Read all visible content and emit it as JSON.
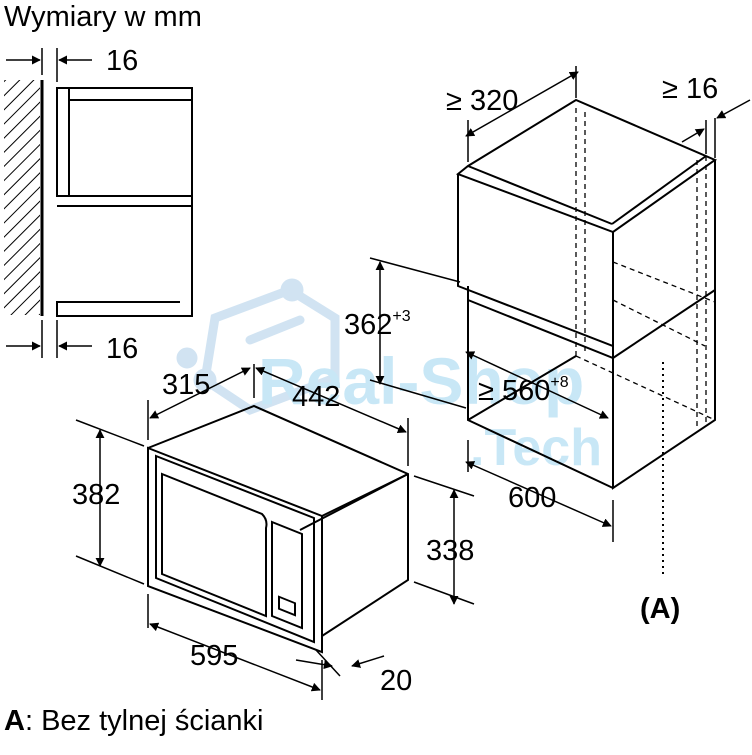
{
  "title": "Wymiary w mm",
  "wall_offsets": {
    "top": "16",
    "bottom": "16"
  },
  "cabinet": {
    "width_min": "≥ 320",
    "depth_offset_min": "≥ 16",
    "niche_height": "362",
    "niche_height_tol": "+3",
    "niche_depth_min": "≥ 560",
    "niche_depth_tol": "+8",
    "width": "600",
    "marker": "(A)"
  },
  "appliance": {
    "frame_height": "382",
    "frame_width": "595",
    "body_depth": "315",
    "body_width": "442",
    "body_height": "338",
    "frame_thickness": "20"
  },
  "legend": {
    "key": "A",
    "text": ": Bez tylnej ścianki"
  },
  "watermark": {
    "line1": "Real-Shop",
    "line2": ".Tech"
  },
  "colors": {
    "line": "#000000",
    "watermark": "#bfe3f5"
  }
}
